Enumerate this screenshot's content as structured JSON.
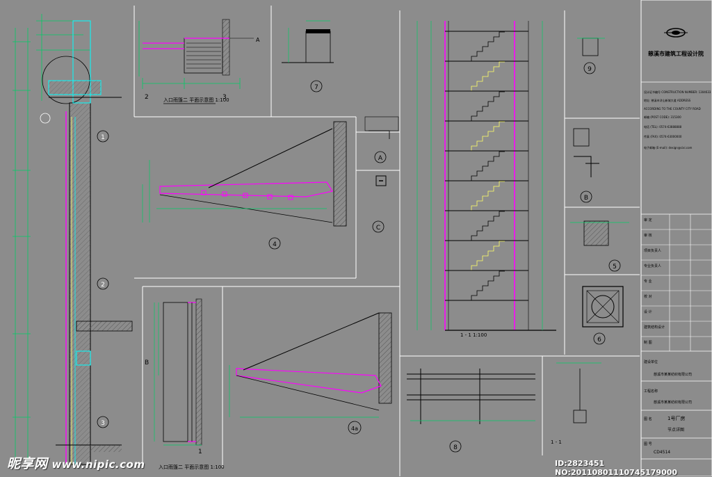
{
  "colors": {
    "background": "#8c8c8c",
    "wall": "#ff00ff",
    "dimension": "#00cc66",
    "structure": "#00ffff",
    "line": "#000000",
    "hatch": "#555555"
  },
  "title_block": {
    "company": "慈溪市建筑工程设计院",
    "logo_icon": "firm-logo-icon",
    "role_labels": [
      "审 定",
      "审 核",
      "项目负责人",
      "专业负责人",
      "专 业",
      "校 对",
      "设 计",
      "建筑结构设计",
      "制 图"
    ],
    "client_label": "建设单位",
    "client_value": "慈溪市某某纺织有限公司",
    "project_label": "工程名称",
    "project_value": "慈溪市某某纺织有限公司",
    "drawing_label": "图 名",
    "drawing_name": "1号厂房",
    "drawing_sub": "节点详图",
    "number_label": "图 号",
    "drawing_number": "CD4514"
  },
  "plan_title_1": "入口雨篷二 平面示意图 1:100",
  "plan_title_2": "入口雨篷二 平面示意图 1:100",
  "section_title": "1 - 1  1:100",
  "section_small_title": "1 - 1",
  "detail_labels": [
    "1",
    "2",
    "3",
    "4",
    "4a",
    "5",
    "6",
    "7",
    "8",
    "9",
    "A",
    "B",
    "C"
  ],
  "grid_labels_plan1": [
    "2",
    "3",
    "A"
  ],
  "grid_labels_plan2": [
    "B",
    "1"
  ],
  "watermark": {
    "logo_text": "昵享网",
    "site": "www.nipic.com",
    "id_text": "ID:2823451 NO:20110801110745179000"
  }
}
